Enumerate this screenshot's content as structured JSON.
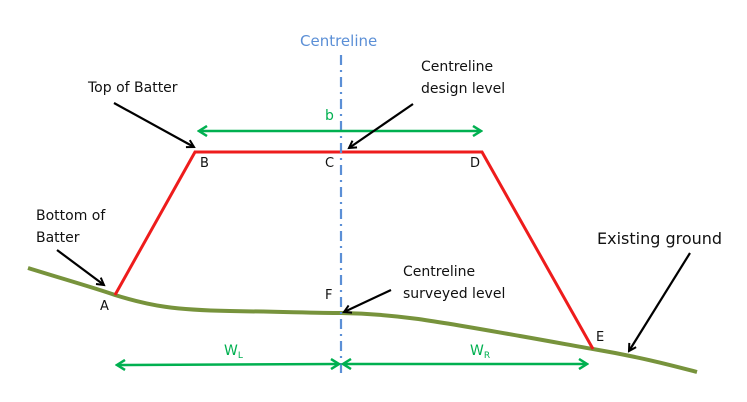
{
  "diagram": {
    "title": "Road cross-section with batters and centreline",
    "colors": {
      "formation": "#ee1c1c",
      "ground": "#77933c",
      "dimension": "#00b050",
      "centreline": "#5b8fd6",
      "annotation": "#000000",
      "text": "#111111"
    },
    "centreline_label": "Centreline",
    "points": {
      "A": "A",
      "B": "B",
      "C": "C",
      "D": "D",
      "E": "E",
      "F": "F"
    },
    "dimensions": {
      "b": "b",
      "wl_main": "W",
      "wl_sub": "L",
      "wr_main": "W",
      "wr_sub": "R"
    },
    "annotations": {
      "top_of_batter": "Top of Batter",
      "bottom_of_batter_1": "Bottom of",
      "bottom_of_batter_2": "Batter",
      "centreline_design_1": "Centreline",
      "centreline_design_2": "design level",
      "centreline_surveyed_1": "Centreline",
      "centreline_surveyed_2": "surveyed level",
      "existing_ground": "Existing ground"
    }
  }
}
